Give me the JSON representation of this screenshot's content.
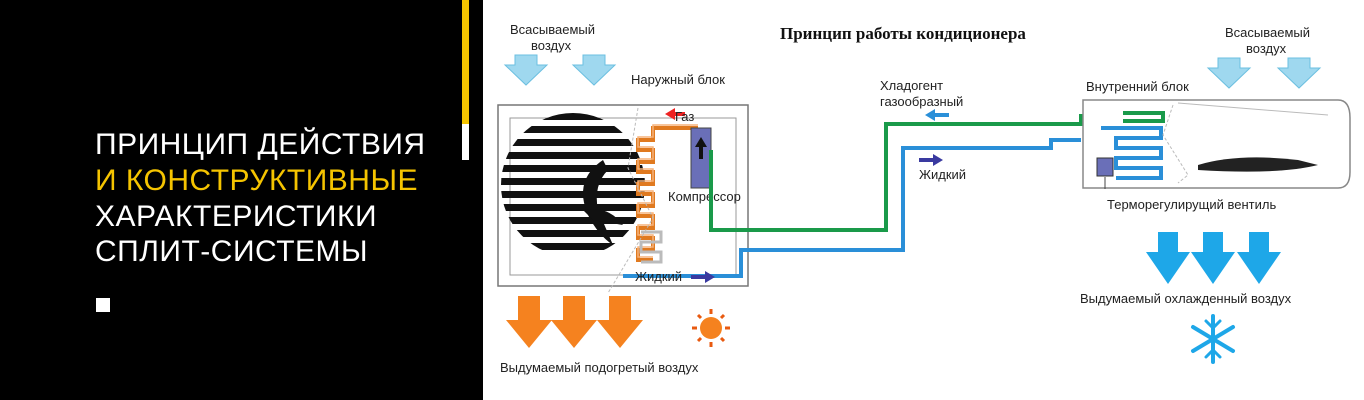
{
  "banner": {
    "line1": "ПРИНЦИП ДЕЙСТВИЯ",
    "line2": "И КОНСТРУКТИВНЫЕ",
    "line3": "ХАРАКТЕРИСТИКИ",
    "line4": "СПЛИТ-СИСТЕМЫ",
    "accent_color": "#f5c400"
  },
  "diagram": {
    "title": "Принцип работы кондиционера",
    "intake_left_1": "Всасываемый",
    "intake_left_2": "воздух",
    "intake_right_1": "Всасываемый",
    "intake_right_2": "воздух",
    "outdoor_unit": "Наружный блок",
    "indoor_unit": "Внутренний блок",
    "gas": "Газ",
    "compressor": "Компрессор",
    "liquid_outdoor": "Жидкий",
    "refrigerant_1": "Хладогент",
    "refrigerant_2": "газообразный",
    "liquid_mid": "Жидкий",
    "valve": "Терморегулирущий вентиль",
    "cold_air": "Выдумаемый охлажденный воздух",
    "warm_air": "Выдумаемый подогретый воздух",
    "colors": {
      "gas_line": "#1a9a4a",
      "liquid_line": "#2a8fd8",
      "hot_coil": "#e07a20",
      "warm_arrow": "#f5821f",
      "cold_arrow": "#1ea7e8",
      "intake_arrow": "#9fd8ef"
    },
    "icons": [
      "sun-icon",
      "snowflake-icon",
      "fan-icon",
      "compressor-icon"
    ]
  }
}
